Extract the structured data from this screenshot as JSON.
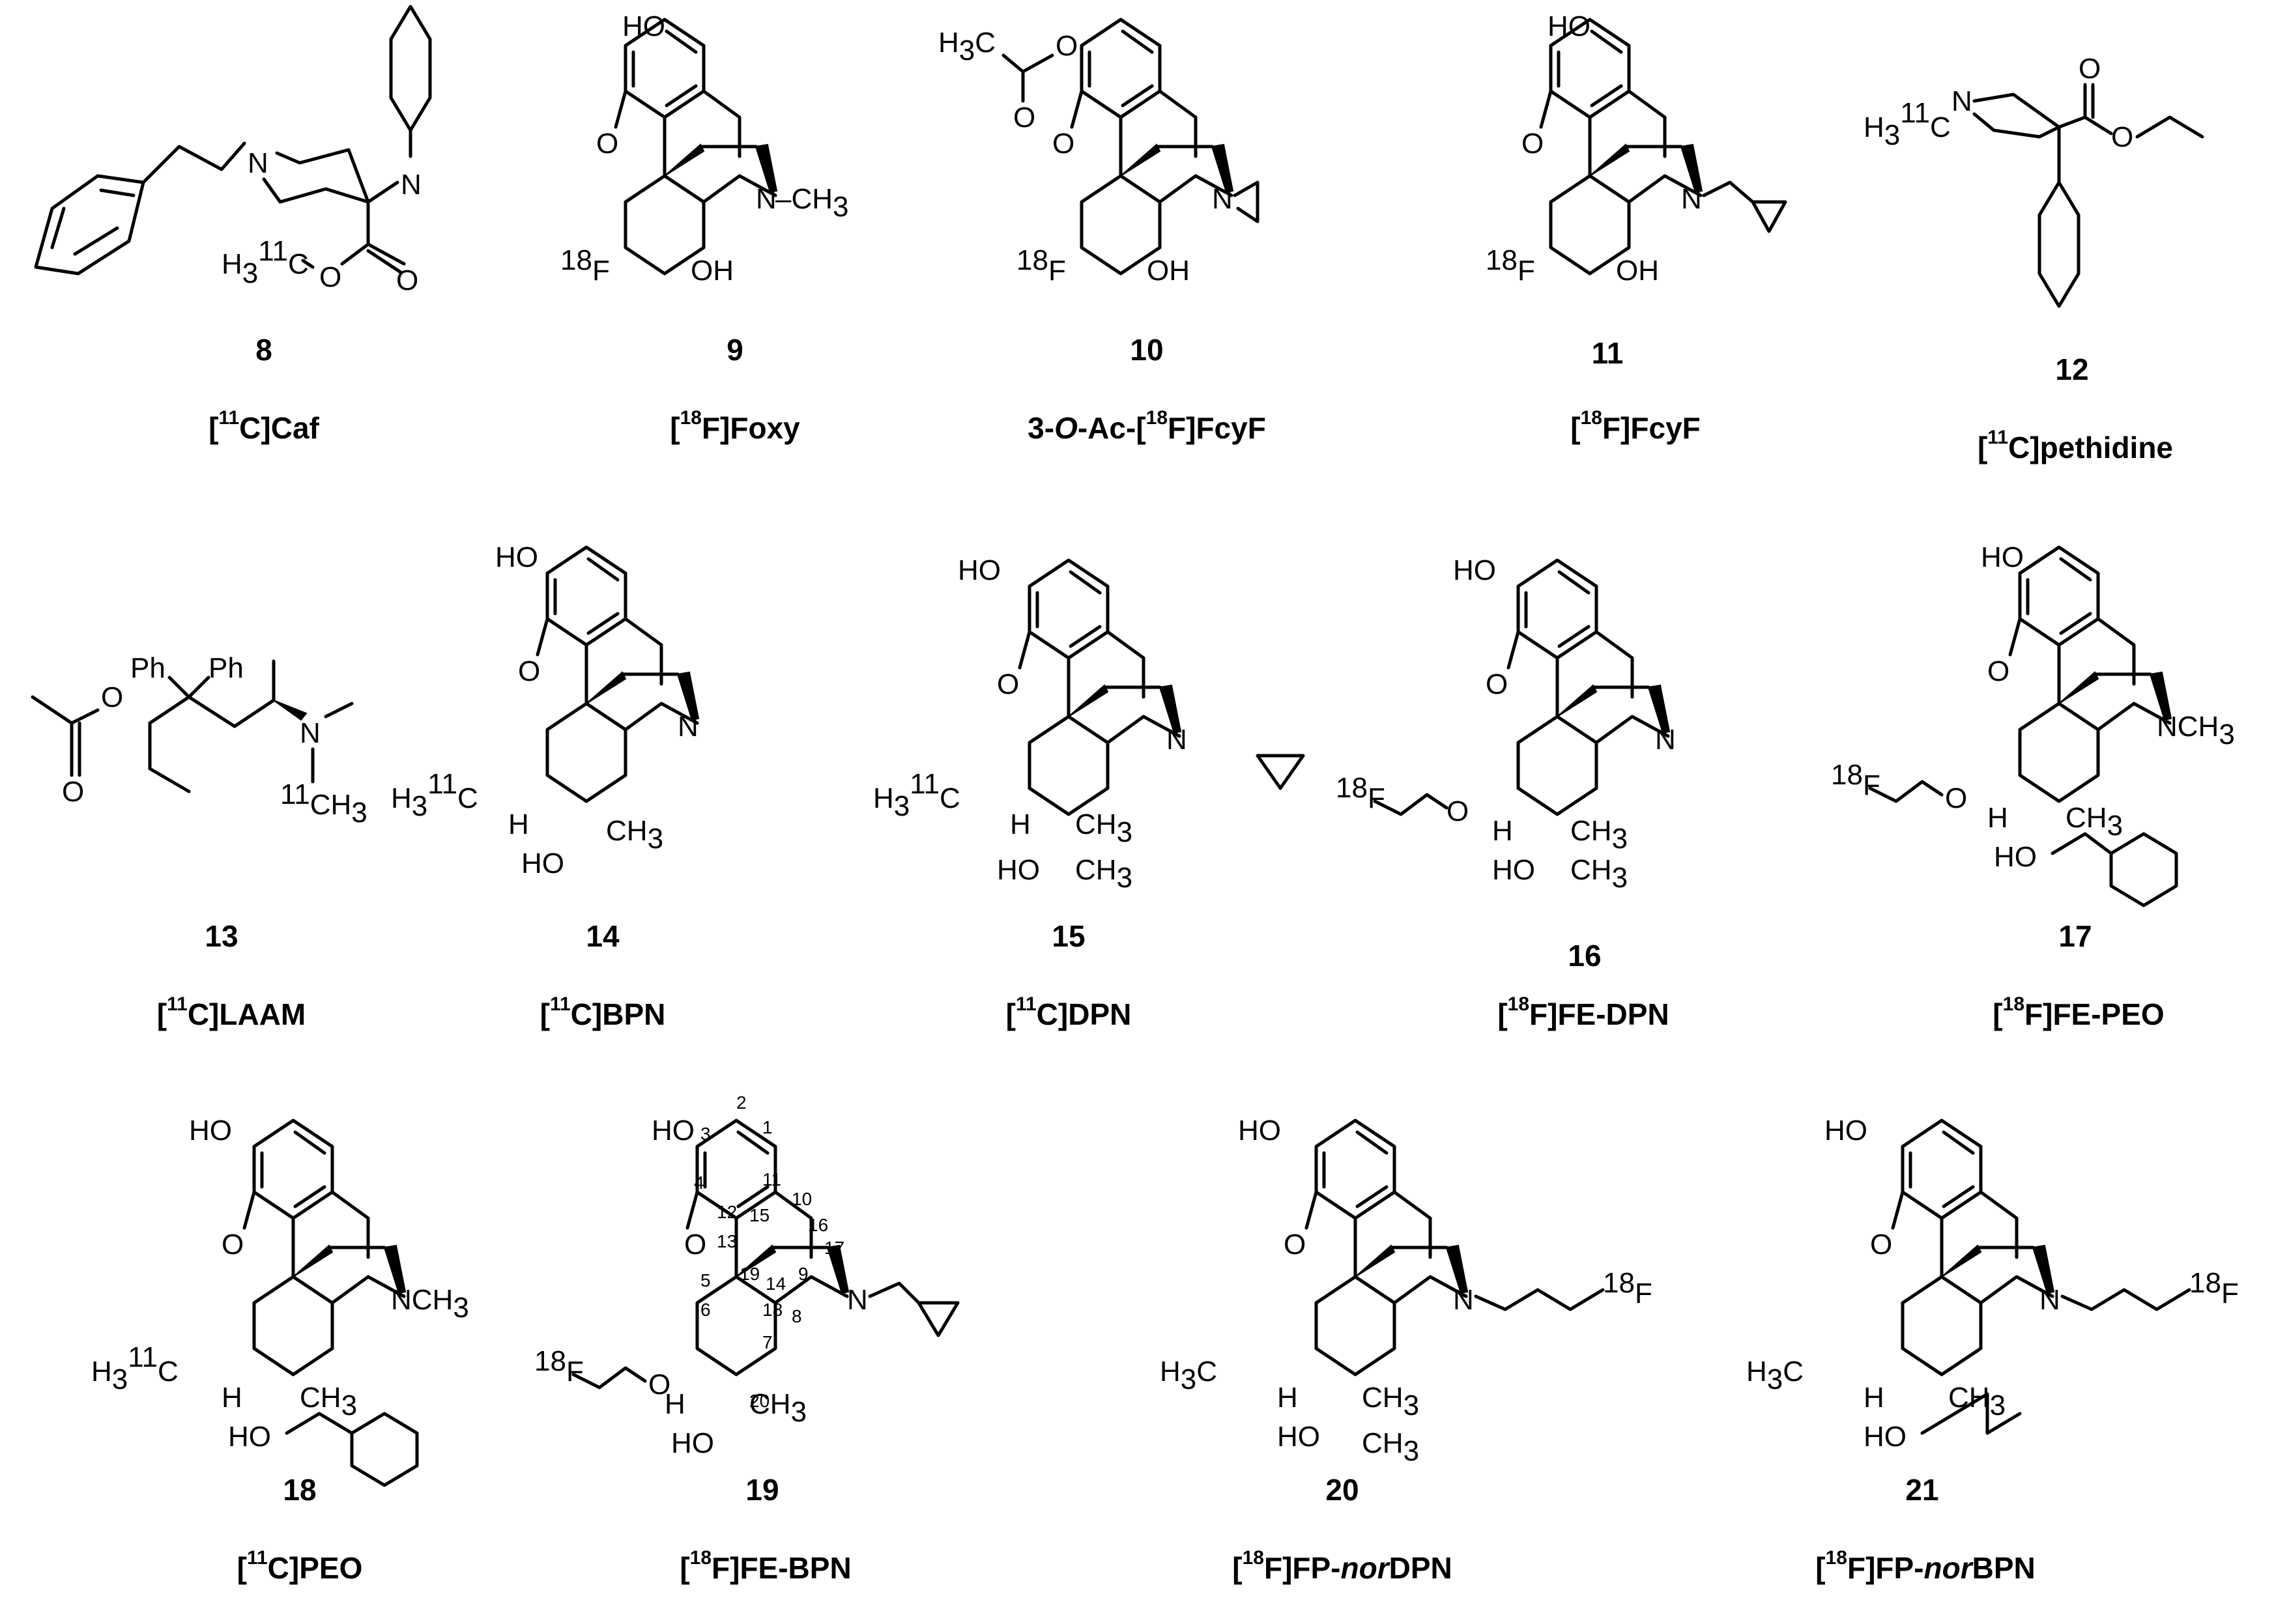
{
  "figure": {
    "compounds": [
      {
        "number": "8",
        "iso": "11",
        "iso_el": "C",
        "prefix": "",
        "suffix": "Caf",
        "label_text": "[11C]Caf"
      },
      {
        "number": "9",
        "iso": "18",
        "iso_el": "F",
        "prefix": "",
        "suffix": "Foxy",
        "label_text": "[18F]Foxy"
      },
      {
        "number": "10",
        "iso": "18",
        "iso_el": "F",
        "prefix": "3-O-Ac-",
        "suffix": "FcyF",
        "label_text": "3-O-Ac-[18F]FcyF"
      },
      {
        "number": "11",
        "iso": "18",
        "iso_el": "F",
        "prefix": "",
        "suffix": "FcyF",
        "label_text": "[18F]FcyF"
      },
      {
        "number": "12",
        "iso": "11",
        "iso_el": "C",
        "prefix": "",
        "suffix": "pethidine",
        "label_text": "[11C]pethidine"
      },
      {
        "number": "13",
        "iso": "11",
        "iso_el": "C",
        "prefix": "",
        "suffix": "LAAM",
        "label_text": "[11C]LAAM"
      },
      {
        "number": "14",
        "iso": "11",
        "iso_el": "C",
        "prefix": "",
        "suffix": "BPN",
        "label_text": "[11C]BPN"
      },
      {
        "number": "15",
        "iso": "11",
        "iso_el": "C",
        "prefix": "",
        "suffix": "DPN",
        "label_text": "[11C]DPN"
      },
      {
        "number": "16",
        "iso": "18",
        "iso_el": "F",
        "prefix": "",
        "suffix": "FE-DPN",
        "label_text": "[18F]FE-DPN"
      },
      {
        "number": "17",
        "iso": "18",
        "iso_el": "F",
        "prefix": "",
        "suffix": "FE-PEO",
        "label_text": "[18F]FE-PEO"
      },
      {
        "number": "18",
        "iso": "11",
        "iso_el": "C",
        "prefix": "",
        "suffix": "PEO",
        "label_text": "[11C]PEO"
      },
      {
        "number": "19",
        "iso": "18",
        "iso_el": "F",
        "prefix": "",
        "suffix": "FE-BPN",
        "label_text": "[18F]FE-BPN"
      },
      {
        "number": "20",
        "iso": "18",
        "iso_el": "F",
        "prefix": "",
        "suffix": "FP-norDPN",
        "label_text": "[18F]FP-norDPN"
      },
      {
        "number": "21",
        "iso": "18",
        "iso_el": "F",
        "prefix": "",
        "suffix": "FP-norBPN",
        "label_text": "[18F]FP-norBPN"
      }
    ],
    "atom_labels": {
      "HO": "HO",
      "O": "O",
      "N": "N",
      "OH": "OH",
      "H": "H",
      "CH3": "CH3",
      "NCH3": "NCH3",
      "H3_11C": "H3 11C",
      "18F": "18F",
      "11CH3": "11CH3",
      "H3C": "H3C",
      "Ph": "Ph"
    },
    "numbering_19": [
      "1",
      "2",
      "3",
      "4",
      "5",
      "6",
      "7",
      "8",
      "9",
      "10",
      "11",
      "12",
      "13",
      "14",
      "15",
      "16",
      "17",
      "18",
      "19",
      "20"
    ]
  }
}
